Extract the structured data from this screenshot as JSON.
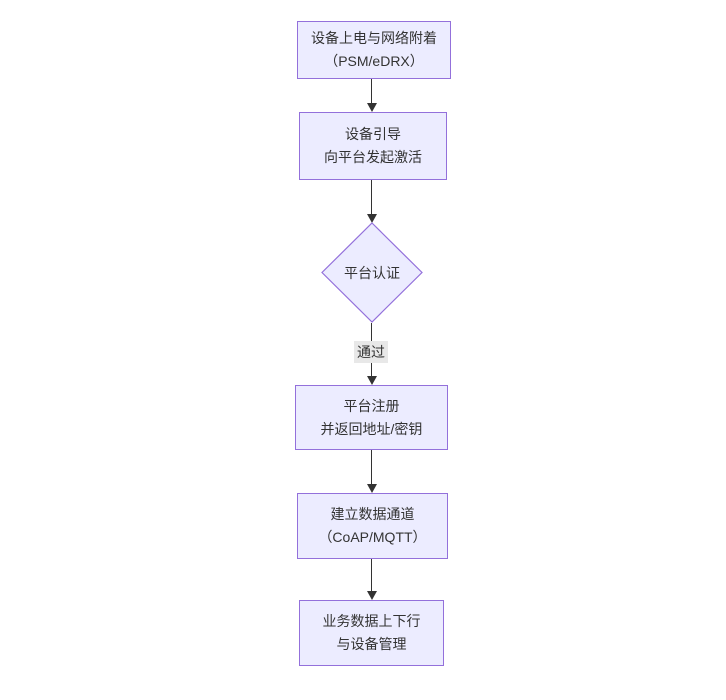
{
  "diagram": {
    "type": "flowchart",
    "direction": "top-down",
    "nodes": [
      {
        "id": "A",
        "shape": "rect",
        "lines": [
          "设备上电与网络附着",
          "（PSM/eDRX）"
        ]
      },
      {
        "id": "B",
        "shape": "rect",
        "lines": [
          "设备引导",
          "向平台发起激活"
        ]
      },
      {
        "id": "C",
        "shape": "diamond",
        "lines": [
          "平台认证"
        ]
      },
      {
        "id": "D",
        "shape": "rect",
        "lines": [
          "平台注册",
          "并返回地址/密钥"
        ]
      },
      {
        "id": "E",
        "shape": "rect",
        "lines": [
          "建立数据通道",
          "（CoAP/MQTT）"
        ]
      },
      {
        "id": "F",
        "shape": "rect",
        "lines": [
          "业务数据上下行",
          "与设备管理"
        ]
      }
    ],
    "edges": [
      {
        "from": "A",
        "to": "B",
        "label": ""
      },
      {
        "from": "B",
        "to": "C",
        "label": ""
      },
      {
        "from": "C",
        "to": "D",
        "label": "通过"
      },
      {
        "from": "D",
        "to": "E",
        "label": ""
      },
      {
        "from": "E",
        "to": "F",
        "label": ""
      }
    ],
    "colors": {
      "node_fill": "#ECECFF",
      "node_border": "#9370DB",
      "edge": "#333333",
      "edge_label_bg": "#E8E8E8",
      "text": "#333333",
      "background": "#FFFFFF"
    }
  }
}
